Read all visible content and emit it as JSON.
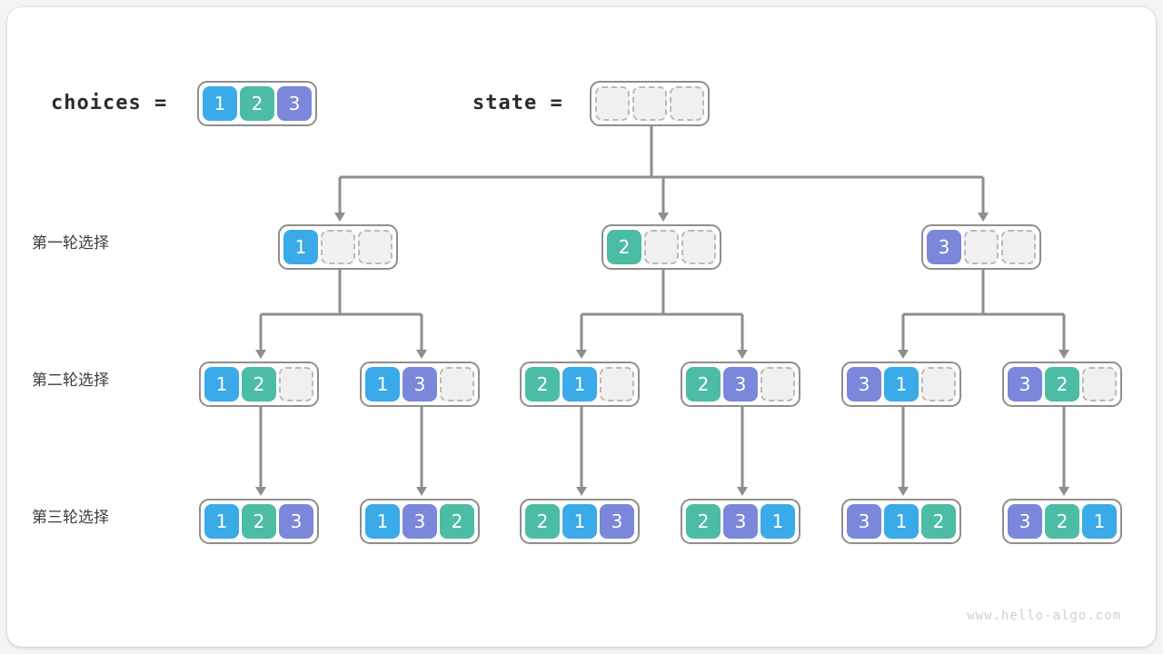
{
  "palette": {
    "blue": "#3aaae8",
    "green": "#4cbca4",
    "purple": "#7b87da",
    "empty_fill": "#f0f0f0",
    "empty_border": "#b9b9b9",
    "box_border": "#8e8e8e",
    "connector": "#8e8e8e",
    "text_dark": "#2b2b2b",
    "label_text": "#3d3d3d",
    "watermark": "#cfcfcf",
    "card_bg": "#ffffff",
    "page_bg": "#f4f4f4"
  },
  "header": {
    "choices_label": "choices =",
    "state_label": "state =",
    "choices_values": [
      "1",
      "2",
      "3"
    ],
    "state_values": [
      "",
      "",
      ""
    ]
  },
  "row_labels": {
    "round1": "第一轮选择",
    "round2": "第二轮选择",
    "round3": "第三轮选择"
  },
  "tree": {
    "root": {
      "cells": [
        "",
        "",
        ""
      ]
    },
    "round1": [
      {
        "cells": [
          "1",
          "",
          ""
        ]
      },
      {
        "cells": [
          "2",
          "",
          ""
        ]
      },
      {
        "cells": [
          "3",
          "",
          ""
        ]
      }
    ],
    "round2": [
      {
        "cells": [
          "1",
          "2",
          ""
        ]
      },
      {
        "cells": [
          "1",
          "3",
          ""
        ]
      },
      {
        "cells": [
          "2",
          "1",
          ""
        ]
      },
      {
        "cells": [
          "2",
          "3",
          ""
        ]
      },
      {
        "cells": [
          "3",
          "1",
          ""
        ]
      },
      {
        "cells": [
          "3",
          "2",
          ""
        ]
      }
    ],
    "round3": [
      {
        "cells": [
          "1",
          "2",
          "3"
        ]
      },
      {
        "cells": [
          "1",
          "3",
          "2"
        ]
      },
      {
        "cells": [
          "2",
          "1",
          "3"
        ]
      },
      {
        "cells": [
          "2",
          "3",
          "1"
        ]
      },
      {
        "cells": [
          "3",
          "1",
          "2"
        ]
      },
      {
        "cells": [
          "3",
          "2",
          "1"
        ]
      }
    ]
  },
  "watermark": "www.hello-algo.com"
}
